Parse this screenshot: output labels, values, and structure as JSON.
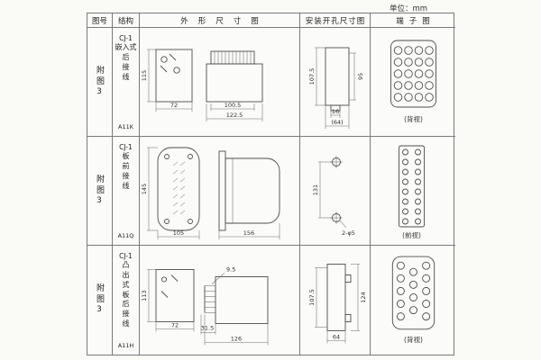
{
  "page": {
    "unit_note": "单位：mm"
  },
  "table": {
    "headers": {
      "fig_no": "图号",
      "structure": "结构",
      "outline": "外形尺寸图",
      "mounting": "安装开孔尺寸图",
      "terminal": "端子图"
    },
    "rows": [
      {
        "fig_no": "附图3",
        "structure_lines": [
          "CJ-1",
          "嵌入式",
          "后",
          "接",
          "线"
        ],
        "code": "A11K",
        "outline": {
          "height": "115",
          "width": "72",
          "inner_width": "100.5",
          "total_width": "122.5"
        },
        "mounting": {
          "height": "107.5",
          "inner_height": "95",
          "notch": "16",
          "width": "(64)"
        },
        "terminal": {
          "caption": "(背视)"
        }
      },
      {
        "fig_no": "附图3",
        "structure_lines": [
          "CJ-1",
          "板",
          "前",
          "接",
          "线"
        ],
        "code": "A11Q",
        "outline": {
          "height": "145",
          "width": "105",
          "body_length": "156"
        },
        "mounting": {
          "height": "131",
          "holes": "2-φ5"
        },
        "terminal": {
          "caption": "(前视)"
        }
      },
      {
        "fig_no": "附图3",
        "structure_lines": [
          "CJ-1",
          "凸",
          "出",
          "式",
          "板",
          "后",
          "接",
          "线"
        ],
        "code": "A11H",
        "outline": {
          "height": "113",
          "width": "72",
          "pin_length": "31.5",
          "pin_offset": "9.5",
          "total_width": "126"
        },
        "mounting": {
          "height": "107.5",
          "outer_height": "124",
          "width": "64"
        },
        "terminal": {
          "caption": "(背视)"
        }
      }
    ]
  }
}
